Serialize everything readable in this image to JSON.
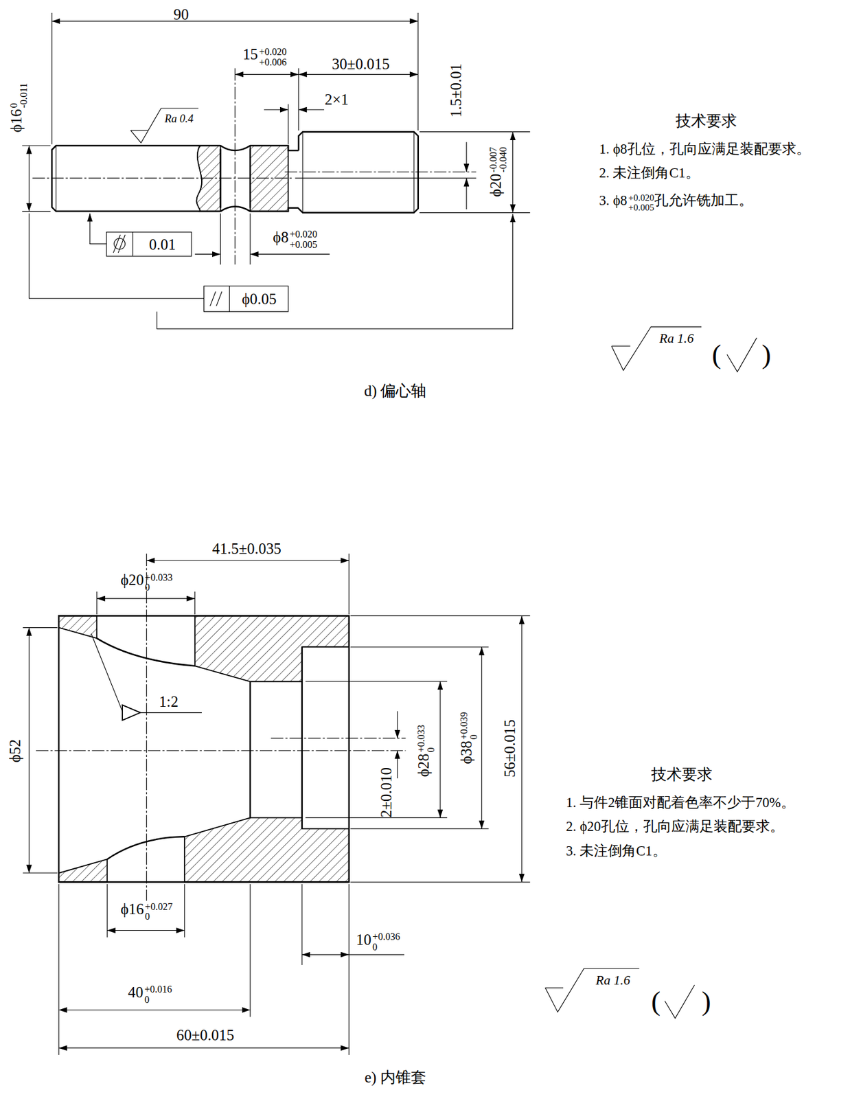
{
  "diagram": {
    "labels": [
      "90",
      "15",
      "+0.020",
      "+0.006",
      "30±0.015",
      "2×1",
      "1.5±0.01",
      "ϕ16",
      "0",
      "-0.011",
      "ϕ20",
      "-0.007",
      "-0.040",
      "Ra 0.4",
      "0.01",
      "ϕ8",
      "+0.020",
      "+0.005",
      "ϕ0.05",
      "技术要求",
      "1. ϕ8孔位，孔向应满足装配要求。",
      "2. 未注倒角C1。",
      "3. ϕ8",
      "+0.020",
      "+0.005",
      "孔允许铣加工。",
      "Ra 1.6",
      "d) 偏心轴",
      "41.5±0.035",
      "ϕ20",
      "+0.033",
      "0",
      "1:2",
      "ϕ52",
      "2±0.010",
      "ϕ28",
      "+0.033",
      "0",
      "ϕ38",
      "+0.039",
      "0",
      "56±0.015",
      "技术要求",
      "1. 与件2锥面对配着色率不少于70%。",
      "2. ϕ20孔位，孔向应满足装配要求。",
      "3. 未注倒角C1。",
      "ϕ16",
      "+0.027",
      "0",
      "10",
      "+0.036",
      "0",
      "40",
      "+0.016",
      "0",
      "60±0.015",
      "Ra 1.6",
      "e) 内锥套",
      "(",
      ")",
      "(",
      ")"
    ]
  }
}
